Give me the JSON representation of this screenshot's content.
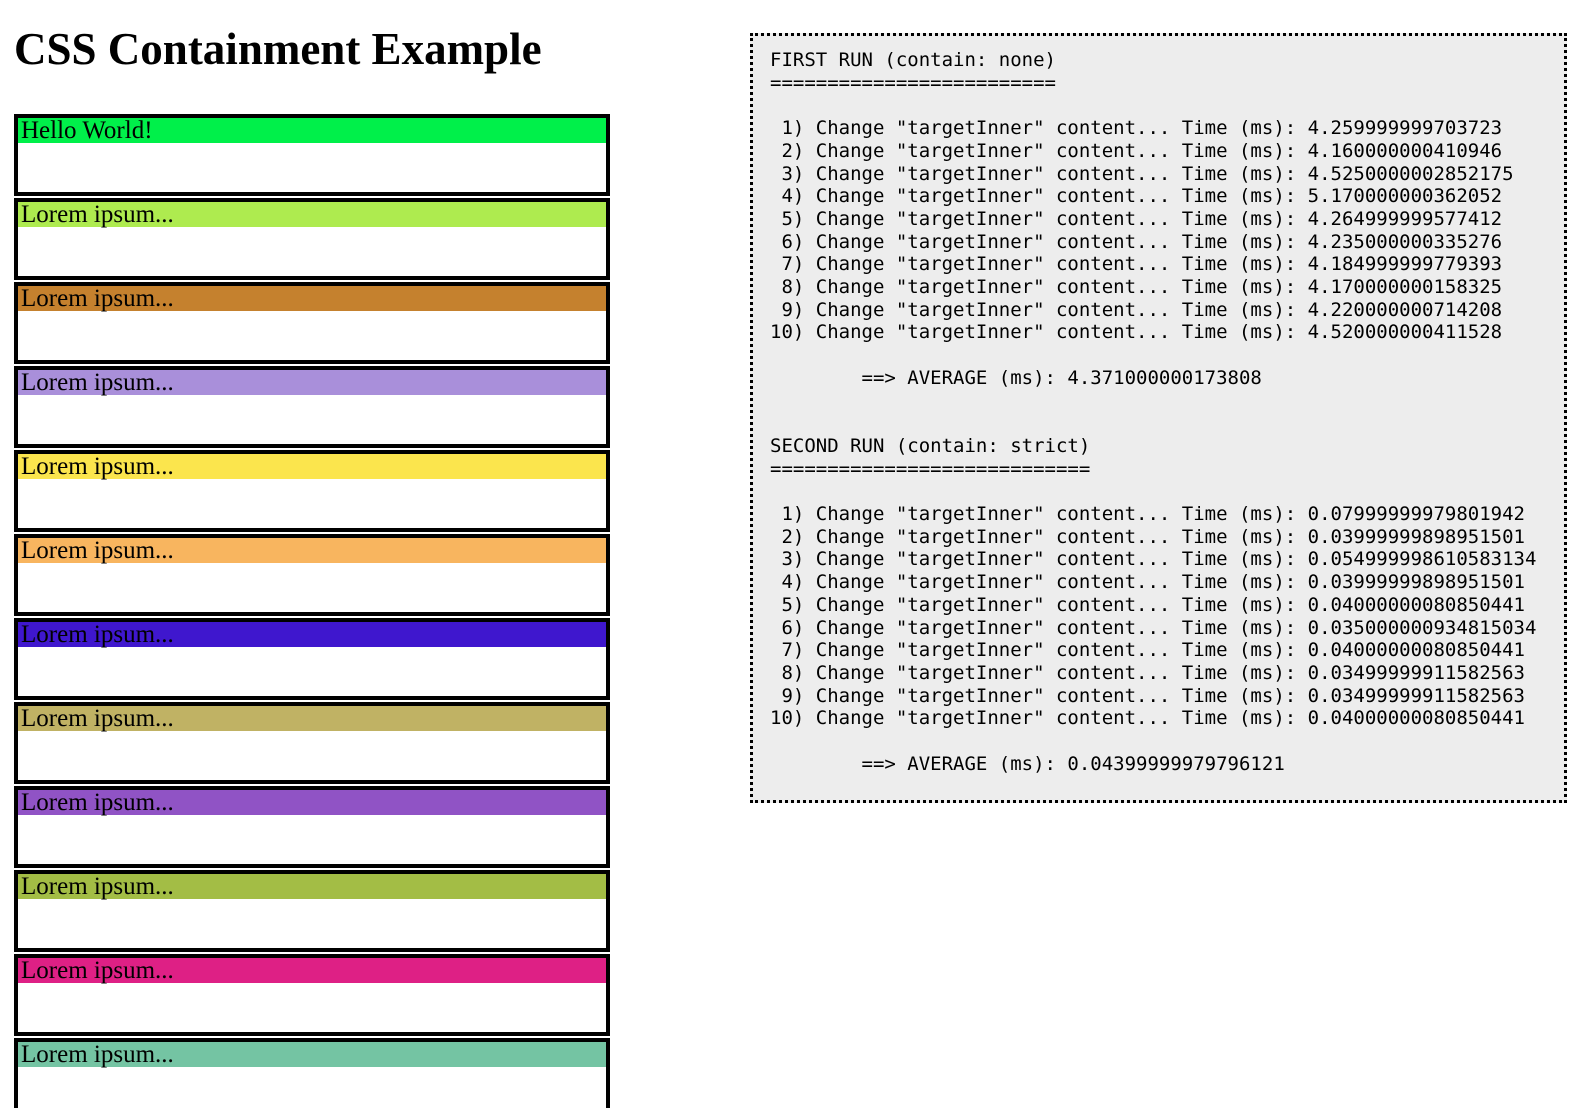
{
  "title": "CSS Containment Example",
  "boxes": [
    {
      "label": "Hello World!",
      "color": "#00f04a"
    },
    {
      "label": "Lorem ipsum...",
      "color": "#aeeb4f"
    },
    {
      "label": "Lorem ipsum...",
      "color": "#c5812e"
    },
    {
      "label": "Lorem ipsum...",
      "color": "#a98fda"
    },
    {
      "label": "Lorem ipsum...",
      "color": "#fbe54d"
    },
    {
      "label": "Lorem ipsum...",
      "color": "#f8b55f"
    },
    {
      "label": "Lorem ipsum...",
      "color": "#3f17ce"
    },
    {
      "label": "Lorem ipsum...",
      "color": "#c0b264"
    },
    {
      "label": "Lorem ipsum...",
      "color": "#9053c5"
    },
    {
      "label": "Lorem ipsum...",
      "color": "#a3bd45"
    },
    {
      "label": "Lorem ipsum...",
      "color": "#de2085"
    },
    {
      "label": "Lorem ipsum...",
      "color": "#74c4a3"
    }
  ],
  "console": {
    "background": "#ededed",
    "border_color": "#000000",
    "sections": [
      {
        "heading": "FIRST RUN (contain: none)",
        "underline": "=========================",
        "results": [
          " 1) Change \"targetInner\" content... Time (ms): 4.259999999703723",
          " 2) Change \"targetInner\" content... Time (ms): 4.160000000410946",
          " 3) Change \"targetInner\" content... Time (ms): 4.5250000002852175",
          " 4) Change \"targetInner\" content... Time (ms): 5.170000000362052",
          " 5) Change \"targetInner\" content... Time (ms): 4.264999999577412",
          " 6) Change \"targetInner\" content... Time (ms): 4.235000000335276",
          " 7) Change \"targetInner\" content... Time (ms): 4.184999999779393",
          " 8) Change \"targetInner\" content... Time (ms): 4.170000000158325",
          " 9) Change \"targetInner\" content... Time (ms): 4.220000000714208",
          "10) Change \"targetInner\" content... Time (ms): 4.520000000411528"
        ],
        "average": "        ==> AVERAGE (ms): 4.371000000173808"
      },
      {
        "heading": "SECOND RUN (contain: strict)",
        "underline": "============================",
        "results": [
          " 1) Change \"targetInner\" content... Time (ms): 0.07999999979801942",
          " 2) Change \"targetInner\" content... Time (ms): 0.03999999898951501",
          " 3) Change \"targetInner\" content... Time (ms): 0.054999998610583134",
          " 4) Change \"targetInner\" content... Time (ms): 0.03999999898951501",
          " 5) Change \"targetInner\" content... Time (ms): 0.04000000080850441",
          " 6) Change \"targetInner\" content... Time (ms): 0.035000000934815034",
          " 7) Change \"targetInner\" content... Time (ms): 0.04000000080850441",
          " 8) Change \"targetInner\" content... Time (ms): 0.03499999911582563",
          " 9) Change \"targetInner\" content... Time (ms): 0.03499999911582563",
          "10) Change \"targetInner\" content... Time (ms): 0.04000000080850441"
        ],
        "average": "        ==> AVERAGE (ms): 0.04399999979796121"
      }
    ]
  }
}
